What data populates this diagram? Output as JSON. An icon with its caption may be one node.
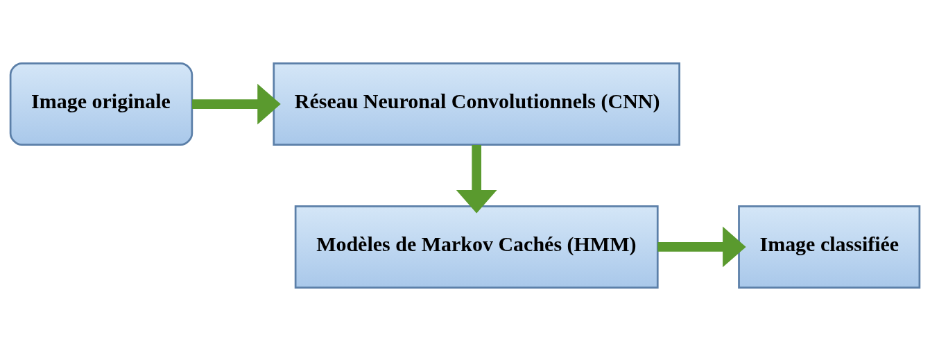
{
  "diagram": {
    "nodes": [
      {
        "text": [
          "Image originale"
        ]
      },
      {
        "text": [
          "Réseau Neuronal Convolutionnels (CNN)"
        ]
      },
      {
        "text": [
          "Modèles de Markov Cachés (HMM)"
        ]
      },
      {
        "text": [
          "Image classifiée"
        ]
      }
    ],
    "edges": [
      {
        "from": 0,
        "to": 1,
        "arrow": "to"
      },
      {
        "from": 1,
        "to": 2,
        "arrow": "to"
      },
      {
        "from": 2,
        "to": 3,
        "arrow": "to"
      }
    ]
  }
}
